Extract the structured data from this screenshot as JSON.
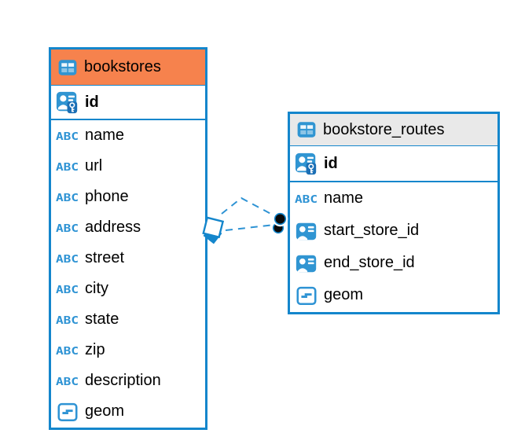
{
  "diagram": {
    "background_color": "#ffffff",
    "accent_blue": "#1486CC",
    "icon_blue": "#3095D2",
    "tables": [
      {
        "name": "bookstores",
        "header_color": "#F6824D",
        "header_icon": "table-icon",
        "primary_key": {
          "label": "id",
          "icon": "primary-key-icon"
        },
        "columns": [
          {
            "label": "name",
            "icon": "text-type-icon"
          },
          {
            "label": "url",
            "icon": "text-type-icon"
          },
          {
            "label": "phone",
            "icon": "text-type-icon"
          },
          {
            "label": "address",
            "icon": "text-type-icon"
          },
          {
            "label": "street",
            "icon": "text-type-icon"
          },
          {
            "label": "city",
            "icon": "text-type-icon"
          },
          {
            "label": "state",
            "icon": "text-type-icon"
          },
          {
            "label": "zip",
            "icon": "text-type-icon"
          },
          {
            "label": "description",
            "icon": "text-type-icon"
          },
          {
            "label": "geom",
            "icon": "geometry-type-icon"
          }
        ]
      },
      {
        "name": "bookstore_routes",
        "header_color": "#E9E9E9",
        "header_icon": "table-icon",
        "primary_key": {
          "label": "id",
          "icon": "primary-key-icon"
        },
        "columns": [
          {
            "label": "name",
            "icon": "text-type-icon"
          },
          {
            "label": "start_store_id",
            "icon": "foreign-key-icon"
          },
          {
            "label": "end_store_id",
            "icon": "foreign-key-icon"
          },
          {
            "label": "geom",
            "icon": "geometry-type-icon"
          }
        ]
      }
    ],
    "relationships": {
      "line_style": "dashed",
      "line_color": "#2E93D4",
      "lines": [
        {
          "from_table": "bookstores",
          "to_table": "bookstore_routes"
        },
        {
          "from_table": "bookstores",
          "to_table": "bookstore_routes"
        }
      ]
    }
  }
}
